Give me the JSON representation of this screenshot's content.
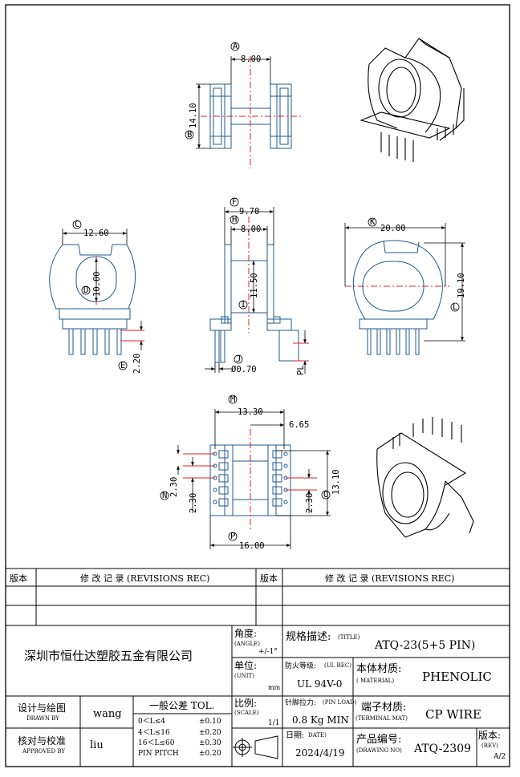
{
  "dimensions": {
    "top_view": {
      "width": "8.00",
      "height": "14.10",
      "label_A": "A",
      "label_B": "B"
    },
    "left_view": {
      "width": "12.60",
      "inner": "10.00",
      "pin_gap": "2.20",
      "label_C": "C",
      "label_D": "D",
      "label_E": "E"
    },
    "front_view": {
      "outer": "9.70",
      "inner": "8.00",
      "height": "11.50",
      "pin": "Ø0.70",
      "pl": "PL",
      "label_F": "F",
      "label_H": "H",
      "label_I": "I",
      "label_J": "J"
    },
    "right_view": {
      "width": "20.00",
      "height": "19.10",
      "label_K": "K",
      "label_L": "L"
    },
    "bottom_view": {
      "width1": "13.30",
      "offset": "6.65",
      "pitch_a": "2.30",
      "pitch_b": "2.30",
      "pitch_c": "2.30",
      "height": "13.10",
      "width2": "16.00",
      "label_M": "M",
      "label_N": "N",
      "label_O": "O",
      "label_P": "P"
    }
  },
  "revisions": {
    "ver_label": "版本",
    "header": "修 改 记 录 (REVISIONS REC)"
  },
  "title_block": {
    "company": "深圳市恒仕达塑胶五金有限公司",
    "angle_label": "角度:",
    "angle_en": "(ANGLE)",
    "angle_value": "+/-1°",
    "unit_label": "单位:",
    "unit_en": "(UNIT)",
    "unit_value": "mm",
    "scale_label": "比例:",
    "scale_en": "(SCALE)",
    "scale_value": "1/1",
    "spec_label": "规格描述:",
    "spec_en": "(TITLE)",
    "spec_value": "ATQ-23(5+5 PIN)",
    "fire_label": "防火等级:",
    "fire_en": "(UL REC)",
    "fire_value": "UL 94V-0",
    "body_label": "本体材质:",
    "body_en": "( MATERIAL)",
    "body_value": "PHENOLIC",
    "pinload_label": "针脚拉力:",
    "pinload_en": "(PIN LOAD)",
    "pinload_value": "0.8 Kg MIN",
    "term_label": "端子材质:",
    "term_en": "(TERMINAL MAT)",
    "term_value": "CP WIRE",
    "date_label": "日期:",
    "date_en": "DATE)",
    "date_value": "2024/4/19",
    "drawno_label": "产品编号:",
    "drawno_en": "(DRAWING NO)",
    "drawno_value": "ATQ-2309",
    "rev_label": "版本:",
    "rev_en": "(REV)",
    "rev_value": "A/2",
    "drawn_label": "设计与绘图",
    "drawn_en": "DRAWN BY",
    "drawn_value": "wang",
    "approved_label": "核对与校准",
    "approved_en": "APPROVED BY",
    "approved_value": "liu",
    "tol_title": "一般公差 TOL.",
    "tol": [
      {
        "range": "0＜L≤4",
        "value": "±0.10"
      },
      {
        "range": "4＜L≤16",
        "value": "±0.20"
      },
      {
        "range": "16＜L≤60",
        "value": "±0.30"
      },
      {
        "range": "PIN PITCH",
        "value": "±0.20"
      }
    ]
  },
  "colors": {
    "outline": "#1f5a8c",
    "center": "#e02020",
    "dimension": "#000000",
    "border": "#000000"
  }
}
